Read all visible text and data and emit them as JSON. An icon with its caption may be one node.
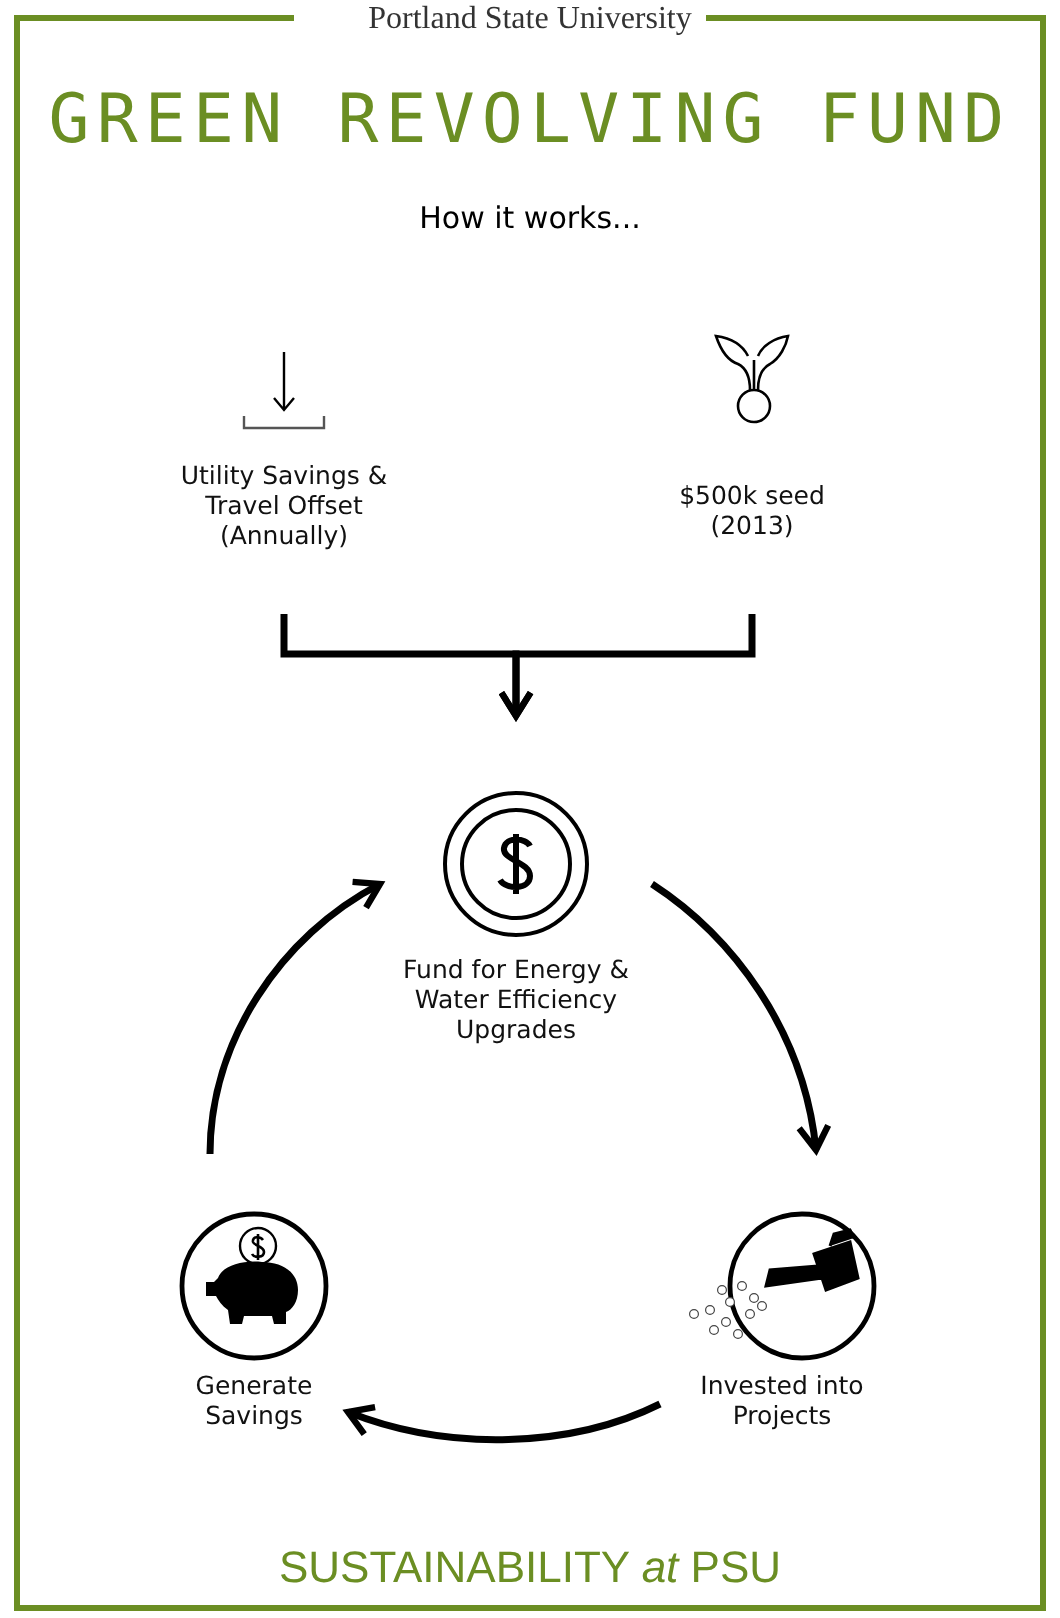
{
  "diagram": {
    "title": "GREEN REVOLVING FUND",
    "nodes": [
      {
        "text": [
          "Utility Savings & Travel Offset (Annually)"
        ]
      },
      {
        "text": [
          "$500k seed (2013)"
        ]
      },
      {
        "text": [
          "Fund for Energy & Water Efficiency Upgrades"
        ]
      },
      {
        "text": [
          "Invested into Projects"
        ]
      },
      {
        "text": [
          "Generate Savings"
        ]
      }
    ],
    "edges": [
      {
        "from": 0,
        "to": 2,
        "arrow": "to"
      },
      {
        "from": 1,
        "to": 2,
        "arrow": "to"
      },
      {
        "from": 2,
        "to": 3,
        "arrow": "to"
      },
      {
        "from": 3,
        "to": 4,
        "arrow": "to"
      },
      {
        "from": 4,
        "to": 2,
        "arrow": "to"
      }
    ],
    "labels": [
      "Portland State University",
      "How it works...",
      "SUSTAINABILITY *at* PSU"
    ]
  }
}
